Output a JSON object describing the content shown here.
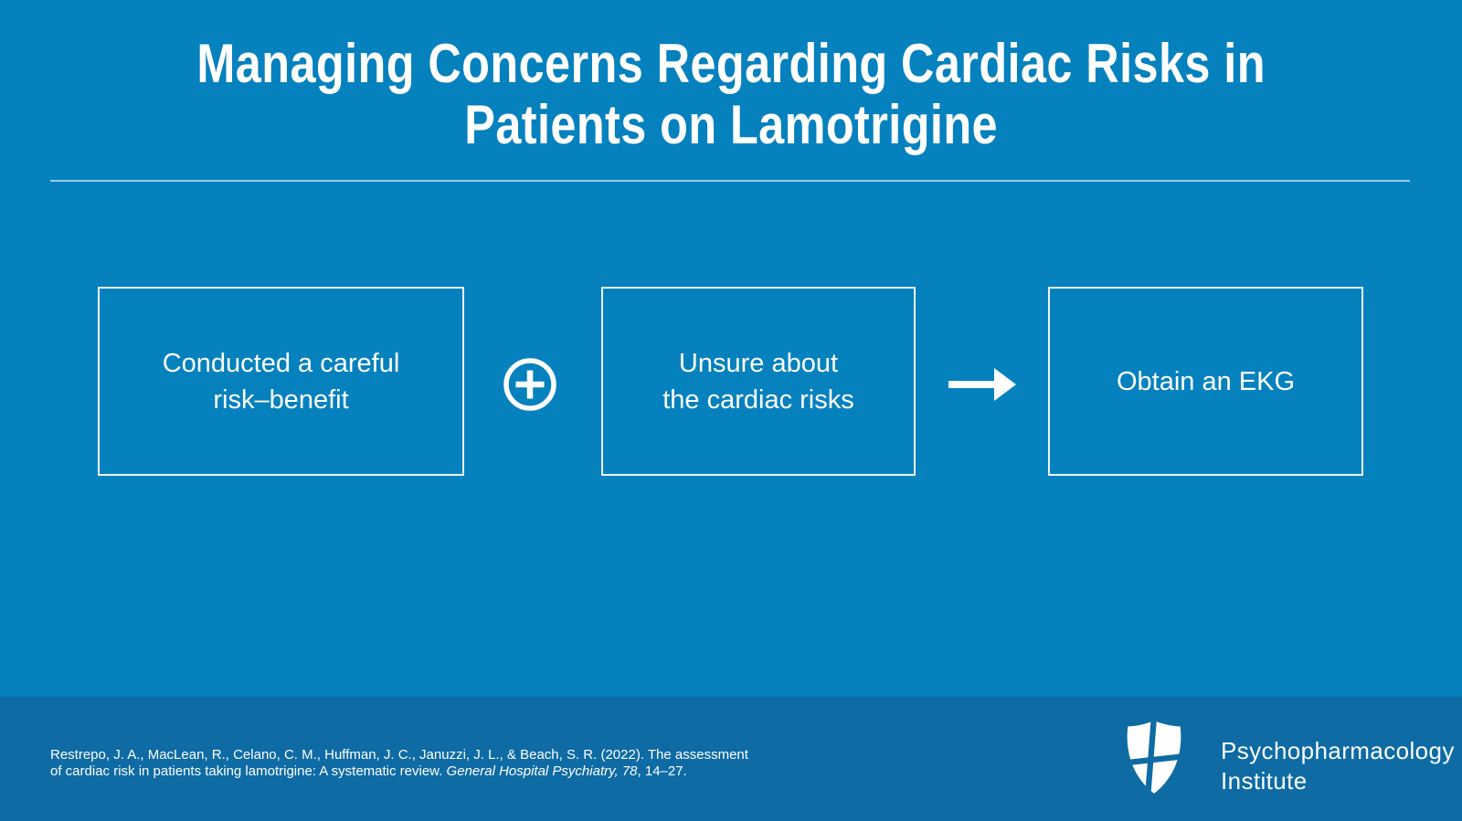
{
  "slide": {
    "title": "Managing Concerns Regarding Cardiac Risks in\nPatients on Lamotrigine"
  },
  "flow": {
    "step1": "Conducted a careful\nrisk–benefit",
    "step2": "Unsure about\nthe cardiac risks",
    "step3": "Obtain an EKG",
    "connector1": "plus-circle",
    "connector2": "arrow-right"
  },
  "footer": {
    "citation": {
      "line1": "Restrepo, J. A., MacLean, R., Celano, C. M., Huffman, J. C., Januzzi, J. L., & Beach, S. R. (2022). The assessment",
      "line2_regular": "of cardiac risk in patients taking lamotrigine: A systematic review. ",
      "line2_italic": "General Hospital Psychiatry, 78",
      "line2_end": ", 14–27."
    },
    "logo": {
      "name_line1": "Psychopharmacology",
      "name_line2": "Institute"
    }
  },
  "colors": {
    "background": "#0581BE",
    "footer_band": "#0E6BA4",
    "text": "#FFFFFF",
    "box_border": "#F1F5F7"
  }
}
